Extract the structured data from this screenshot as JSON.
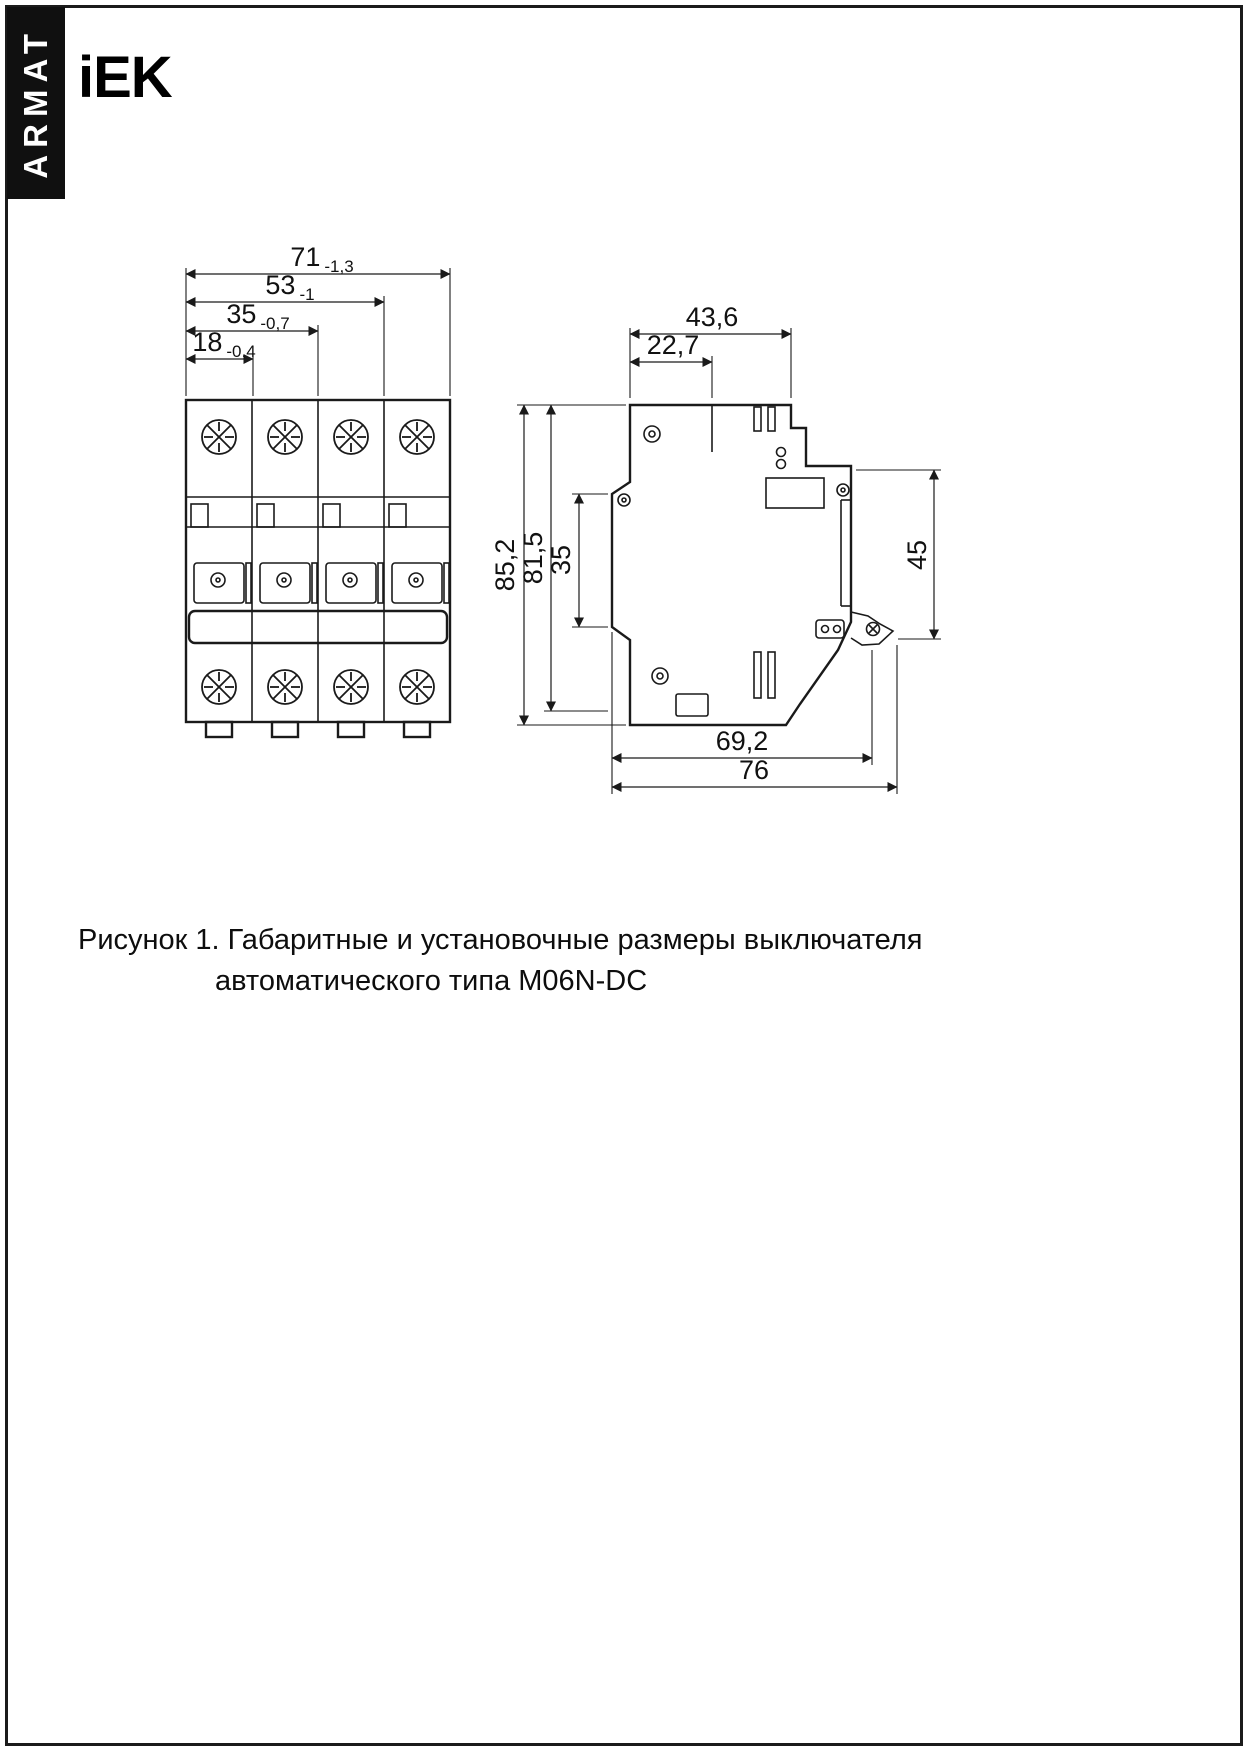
{
  "brand": {
    "sidebar": "ARMAT",
    "logo": "iEK"
  },
  "caption": {
    "line1": "Рисунок 1. Габаритные и установочные размеры выключателя",
    "line2": "автоматического типа М06N-DC"
  },
  "front_view": {
    "dims": [
      {
        "value": "71",
        "tol": "-1,3"
      },
      {
        "value": "53",
        "tol": "-1"
      },
      {
        "value": "35",
        "tol": "-0,7"
      },
      {
        "value": "18",
        "tol": "-0,4"
      }
    ]
  },
  "side_view": {
    "top_width": "43,6",
    "terminal_depth": "22,7",
    "overall_height": "85,2",
    "mounting_height": "81,5",
    "front_height": "35",
    "rail_zone_height": "45",
    "body_depth": "69,2",
    "overall_depth": "76"
  }
}
